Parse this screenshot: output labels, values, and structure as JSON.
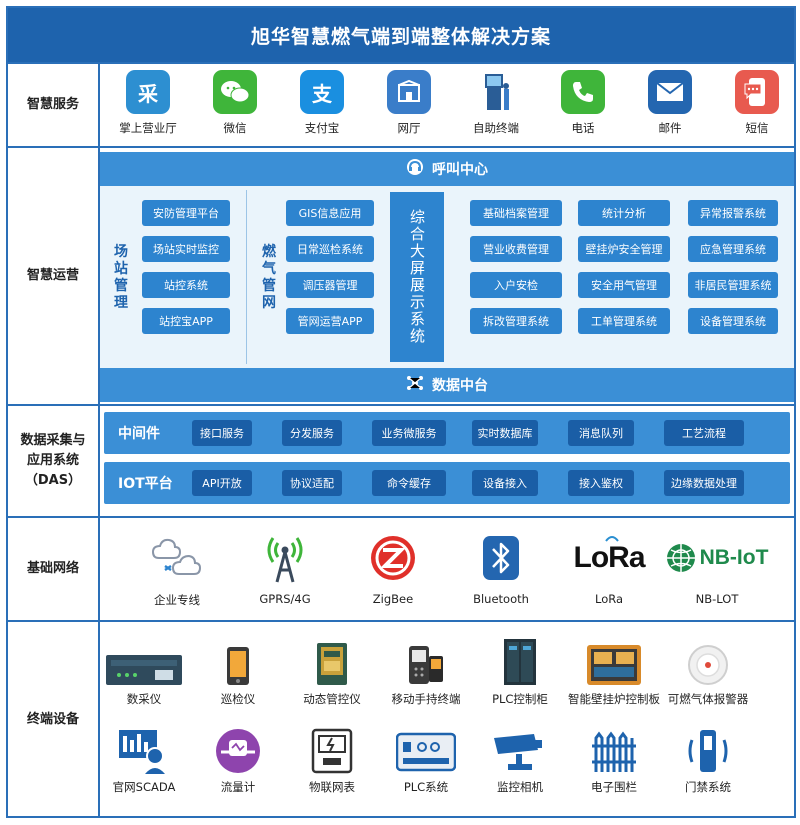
{
  "title": "旭华智慧燃气端到端整体解决方案",
  "rows": {
    "services": "智慧服务",
    "operations": "智慧运营",
    "das_line1": "数据采集与",
    "das_line2": "应用系统",
    "das_line3": "（DAS）",
    "network": "基础网络",
    "terminal": "终端设备"
  },
  "services": [
    {
      "label": "掌上营业厅",
      "icon": "mobile-hall-icon",
      "glyph": "采",
      "color": "#2d8fd1"
    },
    {
      "label": "微信",
      "icon": "wechat-icon",
      "glyph": "",
      "color": "#3fb53a"
    },
    {
      "label": "支付宝",
      "icon": "alipay-icon",
      "glyph": "支",
      "color": "#1a8fe0"
    },
    {
      "label": "网厅",
      "icon": "web-hall-icon",
      "glyph": "",
      "color": "#3a7dc9"
    },
    {
      "label": "自助终端",
      "icon": "kiosk-icon",
      "glyph": "",
      "color": "#2a5d96"
    },
    {
      "label": "电话",
      "icon": "phone-icon",
      "glyph": "",
      "color": "#3fb53a"
    },
    {
      "label": "邮件",
      "icon": "mail-icon",
      "glyph": "",
      "color": "#2466b0"
    },
    {
      "label": "短信",
      "icon": "sms-icon",
      "glyph": "",
      "color": "#e85a4f"
    }
  ],
  "operations": {
    "call_center": "呼叫中心",
    "data_center": "数据中台",
    "station_label": "场站管理",
    "station_items": [
      "安防管理平台",
      "场站实时监控",
      "站控系统",
      "站控宝APP"
    ],
    "pipeline_label": "燃气管网",
    "pipeline_items": [
      "GIS信息应用",
      "日常巡检系统",
      "调压器管理",
      "管网运营APP"
    ],
    "big_screen": "综合大屏展示系统",
    "col1": [
      "基础档案管理",
      "营业收费管理",
      "入户安检",
      "拆改管理系统"
    ],
    "col2": [
      "统计分析",
      "壁挂炉安全管理",
      "安全用气管理",
      "工单管理系统"
    ],
    "col3": [
      "异常报警系统",
      "应急管理系统",
      "非居民管理系统",
      "设备管理系统"
    ]
  },
  "das": {
    "middleware_label": "中间件",
    "middleware_items": [
      "接口服务",
      "分发服务",
      "业务微服务",
      "实时数据库",
      "消息队列",
      "工艺流程"
    ],
    "iot_label": "IOT平台",
    "iot_items": [
      "API开放",
      "协议适配",
      "命令缓存",
      "设备接入",
      "接入鉴权",
      "边缘数据处理"
    ]
  },
  "network": [
    {
      "label": "企业专线",
      "icon": "cloud-link-icon"
    },
    {
      "label": "GPRS/4G",
      "icon": "antenna-icon"
    },
    {
      "label": "ZigBee",
      "icon": "zigbee-icon"
    },
    {
      "label": "Bluetooth",
      "icon": "bluetooth-icon"
    },
    {
      "label": "LoRa",
      "icon": "lora-logo",
      "text": "LoRa"
    },
    {
      "label": "NB-LOT",
      "icon": "nbiot-logo",
      "text": "NB-IoT"
    }
  ],
  "devices_row1": [
    {
      "label": "数采仪",
      "icon": "data-collector-icon"
    },
    {
      "label": "巡检仪",
      "icon": "inspection-device-icon"
    },
    {
      "label": "动态管控仪",
      "icon": "dynamic-controller-icon"
    },
    {
      "label": "移动手持终端",
      "icon": "handheld-terminal-icon"
    },
    {
      "label": "PLC控制柜",
      "icon": "plc-cabinet-icon"
    },
    {
      "label": "智能壁挂炉控制板",
      "icon": "boiler-panel-icon"
    },
    {
      "label": "可燃气体报警器",
      "icon": "gas-alarm-icon"
    }
  ],
  "devices_row2": [
    {
      "label": "官网SCADA",
      "icon": "scada-icon"
    },
    {
      "label": "流量计",
      "icon": "flowmeter-icon"
    },
    {
      "label": "物联网表",
      "icon": "iot-meter-icon"
    },
    {
      "label": "PLC系统",
      "icon": "plc-system-icon"
    },
    {
      "label": "监控相机",
      "icon": "camera-icon"
    },
    {
      "label": "电子围栏",
      "icon": "fence-icon"
    },
    {
      "label": "门禁系统",
      "icon": "access-control-icon"
    }
  ]
}
